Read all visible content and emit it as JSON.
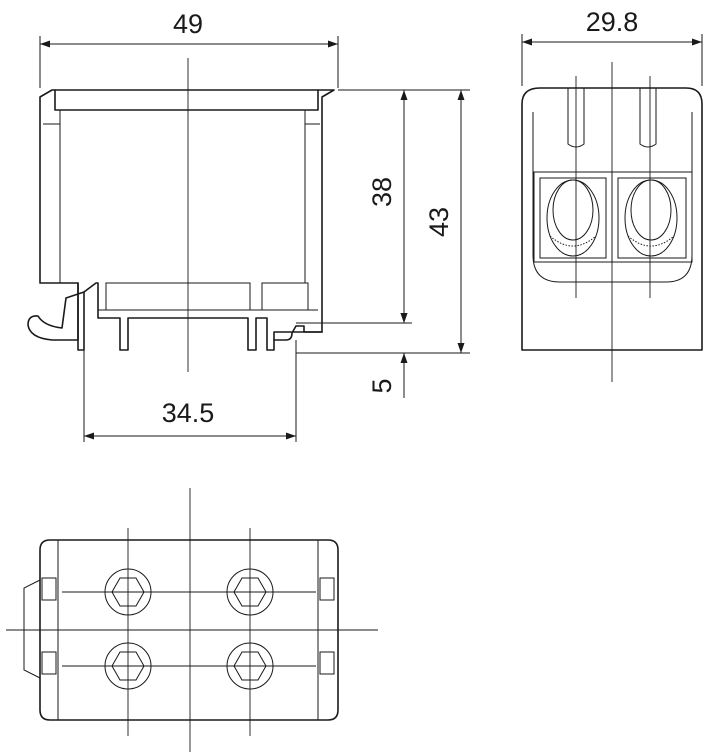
{
  "dimensions": {
    "overall_width": "49",
    "depth": "29.8",
    "body_height": "38",
    "total_height": "43",
    "rail_offset": "5",
    "mount_spacing": "34.5"
  }
}
